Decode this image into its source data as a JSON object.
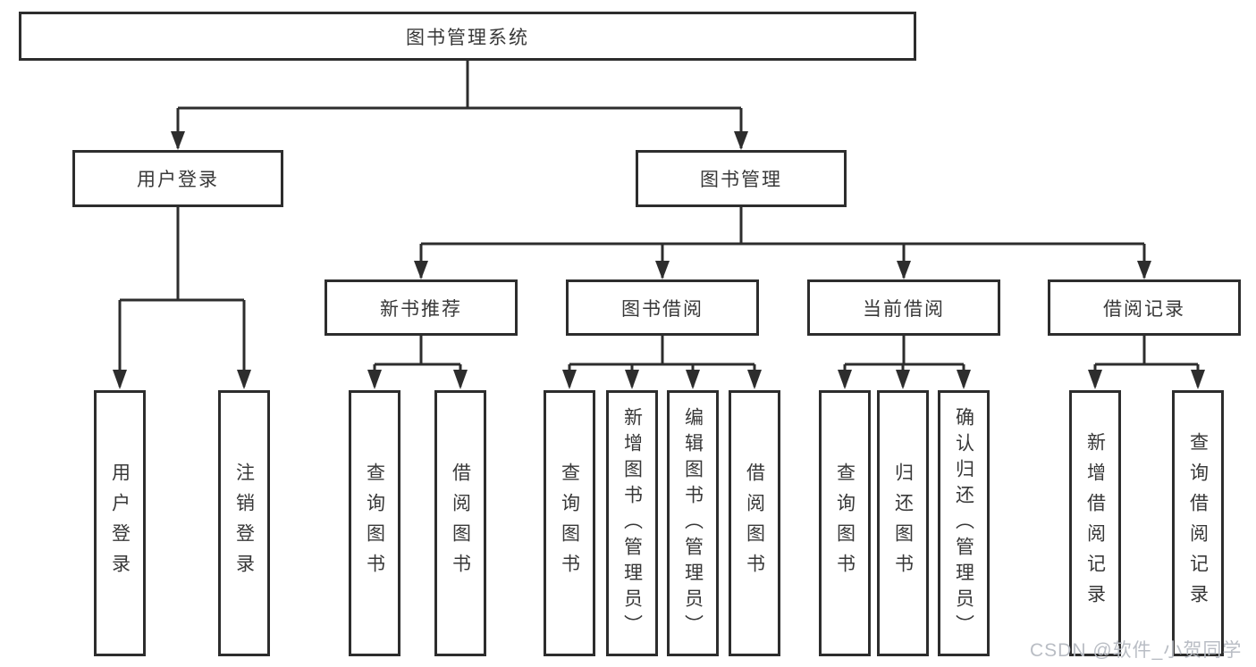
{
  "diagram": {
    "root": {
      "label": "图书管理系统"
    },
    "level2": [
      {
        "id": "user-login",
        "label": "用户登录"
      },
      {
        "id": "book-management",
        "label": "图书管理"
      }
    ],
    "level3": [
      {
        "id": "new-book-recommend",
        "label": "新书推荐"
      },
      {
        "id": "book-borrowing",
        "label": "图书借阅"
      },
      {
        "id": "current-borrowing",
        "label": "当前借阅"
      },
      {
        "id": "borrowing-records",
        "label": "借阅记录"
      }
    ],
    "leaves": {
      "user_login": [
        {
          "label": "用户登录"
        },
        {
          "label": "注销登录"
        }
      ],
      "new_book_recommend": [
        {
          "label": "查询图书"
        },
        {
          "label": "借阅图书"
        }
      ],
      "book_borrowing": [
        {
          "label": "查询图书"
        },
        {
          "label": "新增图书（管理员）"
        },
        {
          "label": "编辑图书（管理员）"
        },
        {
          "label": "借阅图书"
        }
      ],
      "current_borrowing": [
        {
          "label": "查询图书"
        },
        {
          "label": "归还图书"
        },
        {
          "label": "确认归还（管理员）"
        }
      ],
      "borrowing_records": [
        {
          "label": "新增借阅记录"
        },
        {
          "label": "查询借阅记录"
        }
      ]
    },
    "watermark": "CSDN @软件_小贺同学",
    "colors": {
      "line": "#2d2d2d",
      "box_border": "#2d2d2d",
      "text": "#383838",
      "background": "#ffffff",
      "watermark": "#b9bdc4"
    }
  }
}
